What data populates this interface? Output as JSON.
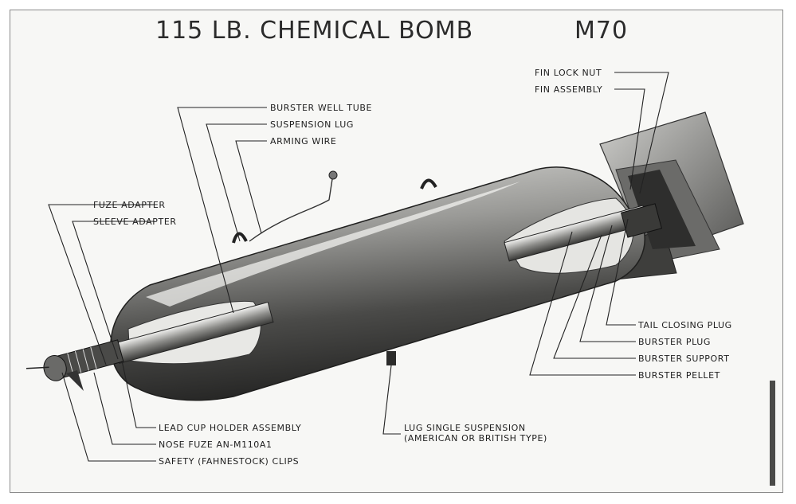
{
  "diagram": {
    "title": "115 LB. CHEMICAL BOMB",
    "model": "M70",
    "labels": {
      "fin_lock_nut": "FIN LOCK NUT",
      "fin_assembly": "FIN ASSEMBLY",
      "burster_well_tube": "BURSTER WELL TUBE",
      "suspension_lug": "SUSPENSION LUG",
      "arming_wire": "ARMING WIRE",
      "fuze_adapter": "FUZE ADAPTER",
      "sleeve_adapter": "SLEEVE ADAPTER",
      "tail_closing_plug": "TAIL CLOSING PLUG",
      "burster_plug": "BURSTER PLUG",
      "burster_support": "BURSTER SUPPORT",
      "burster_pellet": "BURSTER PELLET",
      "lead_cup_holder_assembly": "LEAD CUP HOLDER ASSEMBLY",
      "nose_fuze": "NOSE FUZE AN-M110A1",
      "safety_clips": "SAFETY (FAHNESTOCK) CLIPS",
      "lug_single_suspension_1": "LUG SINGLE SUSPENSION",
      "lug_single_suspension_2": "(AMERICAN OR BRITISH TYPE)"
    }
  }
}
